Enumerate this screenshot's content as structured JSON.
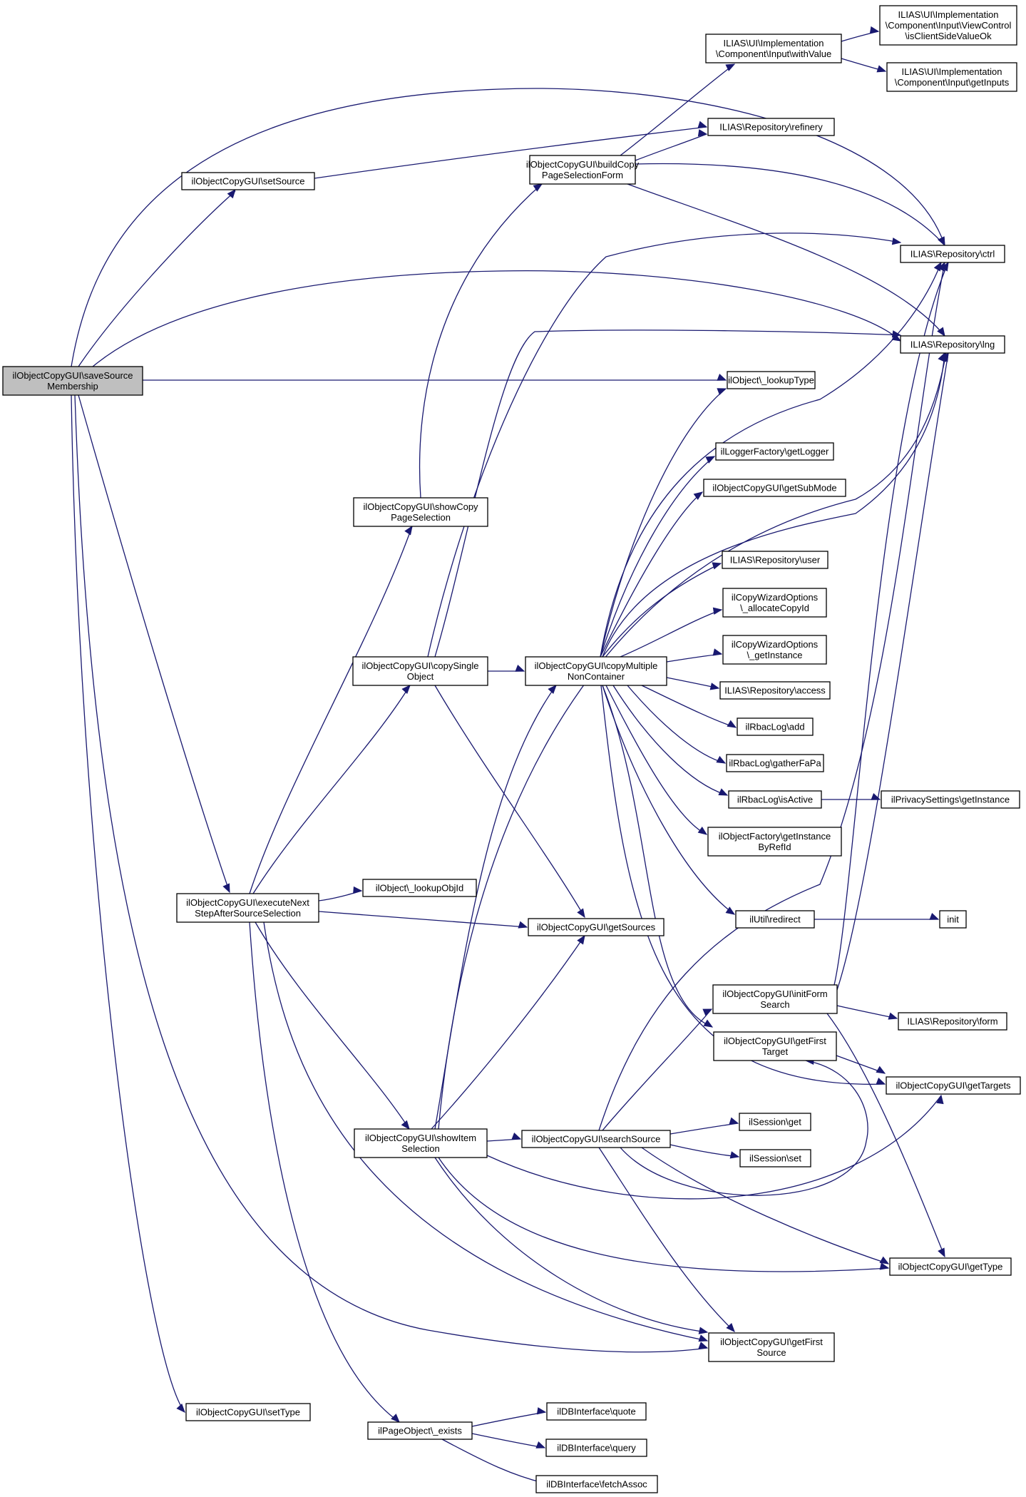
{
  "graph": {
    "edge_color": "#191970",
    "root_fill": "#bfbfbf",
    "nodes": [
      {
        "id": "saveSourceMembership",
        "lines": [
          "ilObjectCopyGUI\\saveSource",
          "Membership"
        ],
        "root": true
      },
      {
        "id": "setSource",
        "lines": [
          "ilObjectCopyGUI\\setSource"
        ]
      },
      {
        "id": "refinery",
        "lines": [
          "ILIAS\\Repository\\refinery"
        ]
      },
      {
        "id": "ctrl",
        "lines": [
          "ILIAS\\Repository\\ctrl"
        ]
      },
      {
        "id": "lng",
        "lines": [
          "ILIAS\\Repository\\lng"
        ]
      },
      {
        "id": "lookupType",
        "lines": [
          "ilObject\\_lookupType"
        ]
      },
      {
        "id": "executeNext",
        "lines": [
          "ilObjectCopyGUI\\executeNext",
          "StepAfterSourceSelection"
        ]
      },
      {
        "id": "getFirstSource",
        "lines": [
          "ilObjectCopyGUI\\getFirst",
          "Source"
        ]
      },
      {
        "id": "setType",
        "lines": [
          "ilObjectCopyGUI\\setType"
        ]
      },
      {
        "id": "buildCopy",
        "lines": [
          "ilObjectCopyGUI\\buildCopy",
          "PageSelectionForm"
        ]
      },
      {
        "id": "withValue",
        "lines": [
          "ILIAS\\UI\\Implementation",
          "\\Component\\Input\\withValue"
        ]
      },
      {
        "id": "isClientSide",
        "lines": [
          "ILIAS\\UI\\Implementation",
          "\\Component\\Input\\ViewControl",
          "\\isClientSideValueOk"
        ]
      },
      {
        "id": "getInputs",
        "lines": [
          "ILIAS\\UI\\Implementation",
          "\\Component\\Input\\getInputs"
        ]
      },
      {
        "id": "copySingle",
        "lines": [
          "ilObjectCopyGUI\\copySingle",
          "Object"
        ]
      },
      {
        "id": "copyMultiple",
        "lines": [
          "ilObjectCopyGUI\\copyMultiple",
          "NonContainer"
        ]
      },
      {
        "id": "getSources",
        "lines": [
          "ilObjectCopyGUI\\getSources"
        ]
      },
      {
        "id": "getLogger",
        "lines": [
          "ilLoggerFactory\\getLogger"
        ]
      },
      {
        "id": "getSubMode",
        "lines": [
          "ilObjectCopyGUI\\getSubMode"
        ]
      },
      {
        "id": "user",
        "lines": [
          "ILIAS\\Repository\\user"
        ]
      },
      {
        "id": "allocateCopyId",
        "lines": [
          "ilCopyWizardOptions",
          "\\_allocateCopyId"
        ]
      },
      {
        "id": "cwGetInstance",
        "lines": [
          "ilCopyWizardOptions",
          "\\_getInstance"
        ]
      },
      {
        "id": "access",
        "lines": [
          "ILIAS\\Repository\\access"
        ]
      },
      {
        "id": "rbacAdd",
        "lines": [
          "ilRbacLog\\add"
        ]
      },
      {
        "id": "gatherFaPa",
        "lines": [
          "ilRbacLog\\gatherFaPa"
        ]
      },
      {
        "id": "isActive",
        "lines": [
          "ilRbacLog\\isActive"
        ]
      },
      {
        "id": "privacyGetInstance",
        "lines": [
          "ilPrivacySettings\\getInstance"
        ]
      },
      {
        "id": "getInstanceByRefId",
        "lines": [
          "ilObjectFactory\\getInstance",
          "ByRefId"
        ]
      },
      {
        "id": "redirect",
        "lines": [
          "ilUtil\\redirect"
        ]
      },
      {
        "id": "init",
        "lines": [
          "init"
        ]
      },
      {
        "id": "getFirstTarget",
        "lines": [
          "ilObjectCopyGUI\\getFirst",
          "Target"
        ]
      },
      {
        "id": "getTargets",
        "lines": [
          "ilObjectCopyGUI\\getTargets"
        ]
      },
      {
        "id": "showCopyPage",
        "lines": [
          "ilObjectCopyGUI\\showCopy",
          "PageSelection"
        ]
      },
      {
        "id": "lookupObjId",
        "lines": [
          "ilObject\\_lookupObjId"
        ]
      },
      {
        "id": "showItem",
        "lines": [
          "ilObjectCopyGUI\\showItem",
          "Selection"
        ]
      },
      {
        "id": "searchSource",
        "lines": [
          "ilObjectCopyGUI\\searchSource"
        ]
      },
      {
        "id": "initFormSearch",
        "lines": [
          "ilObjectCopyGUI\\initForm",
          "Search"
        ]
      },
      {
        "id": "form",
        "lines": [
          "ILIAS\\Repository\\form"
        ]
      },
      {
        "id": "sessionGet",
        "lines": [
          "ilSession\\get"
        ]
      },
      {
        "id": "sessionSet",
        "lines": [
          "ilSession\\set"
        ]
      },
      {
        "id": "getType",
        "lines": [
          "ilObjectCopyGUI\\getType"
        ]
      },
      {
        "id": "pageExists",
        "lines": [
          "ilPageObject\\_exists"
        ]
      },
      {
        "id": "quote",
        "lines": [
          "ilDBInterface\\quote"
        ]
      },
      {
        "id": "query",
        "lines": [
          "ilDBInterface\\query"
        ]
      },
      {
        "id": "fetchAssoc",
        "lines": [
          "ilDBInterface\\fetchAssoc"
        ]
      }
    ]
  }
}
